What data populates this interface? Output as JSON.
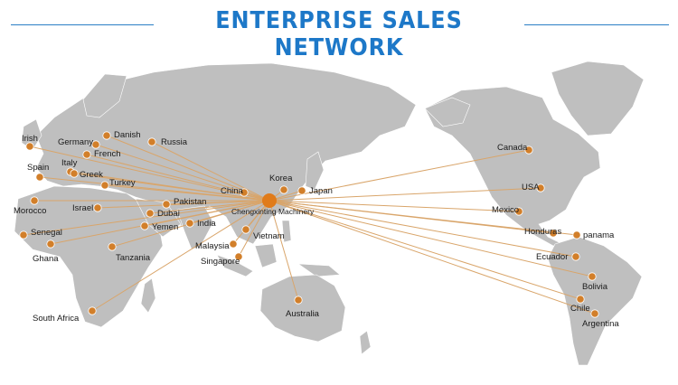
{
  "title": "ENTERPRISE SALES NETWORK",
  "colors": {
    "title": "#1d78c8",
    "land": "#bfbfbf",
    "route": "#d9a56a",
    "dot": "#d27f2a"
  },
  "hub": {
    "label": "Chengxinting Machinery"
  },
  "locations": [
    {
      "id": "irish",
      "label": "Irish"
    },
    {
      "id": "germany",
      "label": "Germany"
    },
    {
      "id": "danish",
      "label": "Danish"
    },
    {
      "id": "russia",
      "label": "Russia"
    },
    {
      "id": "french",
      "label": "French"
    },
    {
      "id": "italy",
      "label": "Italy"
    },
    {
      "id": "spain",
      "label": "Spain"
    },
    {
      "id": "greek",
      "label": "Greek"
    },
    {
      "id": "turkey",
      "label": "Turkey"
    },
    {
      "id": "morocco",
      "label": "Morocco"
    },
    {
      "id": "israel",
      "label": "Israel"
    },
    {
      "id": "pakistan",
      "label": "Pakistan"
    },
    {
      "id": "dubai",
      "label": "Dubai"
    },
    {
      "id": "yemen",
      "label": "Yemen"
    },
    {
      "id": "india",
      "label": "India"
    },
    {
      "id": "senegal",
      "label": "Senegal"
    },
    {
      "id": "ghana",
      "label": "Ghana"
    },
    {
      "id": "tanzania",
      "label": "Tanzania"
    },
    {
      "id": "south_africa",
      "label": "South Africa"
    },
    {
      "id": "china",
      "label": "China"
    },
    {
      "id": "korea",
      "label": "Korea"
    },
    {
      "id": "japan",
      "label": "Japan"
    },
    {
      "id": "vietnam",
      "label": "Vietnam"
    },
    {
      "id": "malaysia",
      "label": "Malaysia"
    },
    {
      "id": "singapore",
      "label": "Singapore"
    },
    {
      "id": "australia",
      "label": "Australia"
    },
    {
      "id": "canada",
      "label": "Canada"
    },
    {
      "id": "usa",
      "label": "USA"
    },
    {
      "id": "mexico",
      "label": "Mexico"
    },
    {
      "id": "honduras",
      "label": "Honduras"
    },
    {
      "id": "panama",
      "label": "panama"
    },
    {
      "id": "ecuador",
      "label": "Ecuador"
    },
    {
      "id": "bolivia",
      "label": "Bolivia"
    },
    {
      "id": "chile",
      "label": "Chile"
    },
    {
      "id": "argentina",
      "label": "Argentina"
    }
  ]
}
